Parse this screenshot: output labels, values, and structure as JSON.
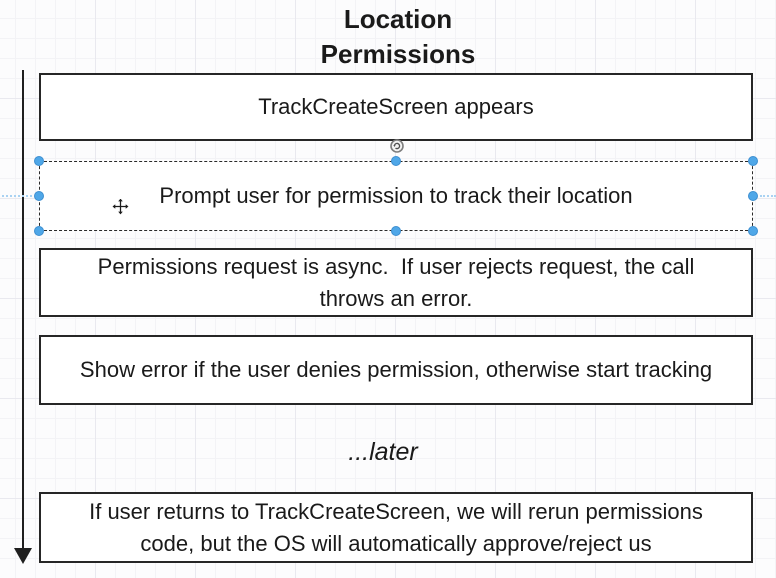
{
  "title": {
    "line1": "Location",
    "line2": "Permissions"
  },
  "steps": [
    {
      "label": "TrackCreateScreen appears",
      "selected": false
    },
    {
      "label": "Prompt user for permission to track their location",
      "selected": true
    },
    {
      "label": "Permissions request is async.  If user rejects request, the call\nthrows an error.",
      "selected": false
    },
    {
      "label": "Show error if the user denies permission, otherwise start tracking",
      "selected": false
    },
    {
      "label": "If user returns to TrackCreateScreen, we will rerun permissions\ncode, but the OS will automatically approve/reject us",
      "selected": false
    }
  ],
  "later_label": "...later",
  "icons": {
    "rotate_handle": "rotate-arrow-icon",
    "move_cursor": "move-cursor-icon",
    "timeline_arrow": "down-arrow"
  },
  "colors": {
    "selection_handle": "#4fa7e8",
    "shape_border": "#262626",
    "selection_guide": "#a9d2f2",
    "canvas_background": "#fcfcfd"
  }
}
